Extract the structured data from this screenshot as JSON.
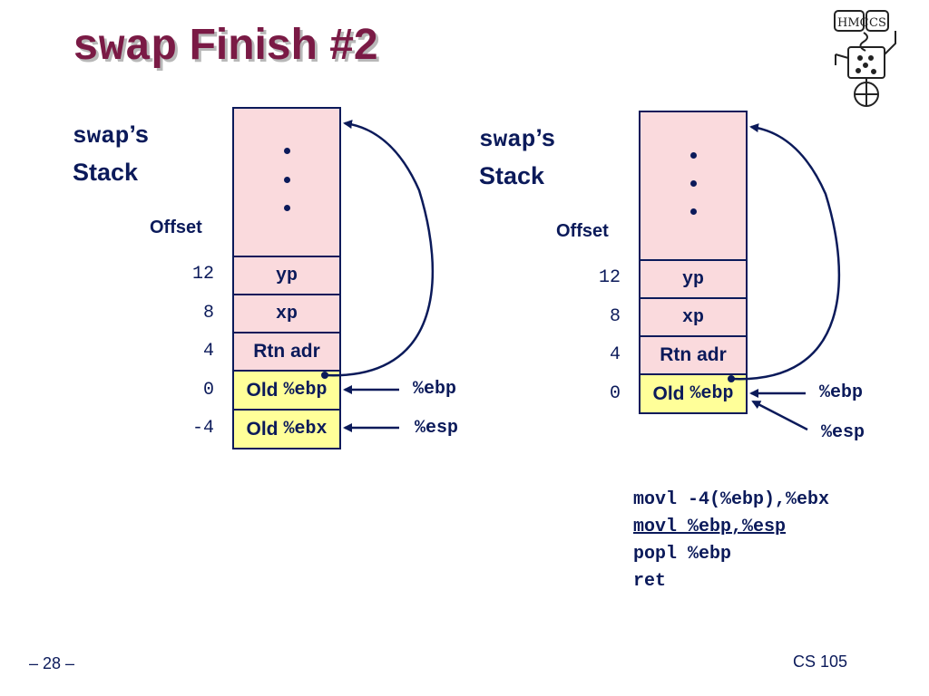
{
  "title": {
    "code": "swap",
    "rest": "Finish #2"
  },
  "left": {
    "stack_title_code": "swap",
    "stack_title_suffix": "’s",
    "stack_title_word": "Stack",
    "offset_header": "Offset",
    "offsets": [
      "12",
      "8",
      "4",
      "0",
      "-4"
    ],
    "cells": {
      "yp": "yp",
      "xp": "xp",
      "rtn": "Rtn adr",
      "old_ebp_word": "Old",
      "old_ebp_reg": "%ebp",
      "old_ebx_word": "Old",
      "old_ebx_reg": "%ebx"
    },
    "registers": {
      "ebp": "%ebp",
      "esp": "%esp"
    }
  },
  "right": {
    "stack_title_code": "swap",
    "stack_title_suffix": "’s",
    "stack_title_word": "Stack",
    "offset_header": "Offset",
    "offsets": [
      "12",
      "8",
      "4",
      "0"
    ],
    "cells": {
      "yp": "yp",
      "xp": "xp",
      "rtn": "Rtn adr",
      "old_ebp_word": "Old",
      "old_ebp_reg": "%ebp"
    },
    "registers": {
      "ebp": "%ebp",
      "esp": "%esp"
    }
  },
  "code_lines": [
    {
      "text": "movl -4(%ebp),%ebx",
      "highlight": false
    },
    {
      "text": "movl %ebp,%esp",
      "highlight": true
    },
    {
      "text": "popl %ebp",
      "highlight": false
    },
    {
      "text": "ret",
      "highlight": false
    }
  ],
  "footer": {
    "page": "– 28 –",
    "course": "CS 105"
  },
  "logo": {
    "text": "HMC CS"
  },
  "colors": {
    "title": "#7a1a45",
    "ink": "#0b1a5a",
    "pink": "#fadadd",
    "yellow": "#ffff99"
  }
}
